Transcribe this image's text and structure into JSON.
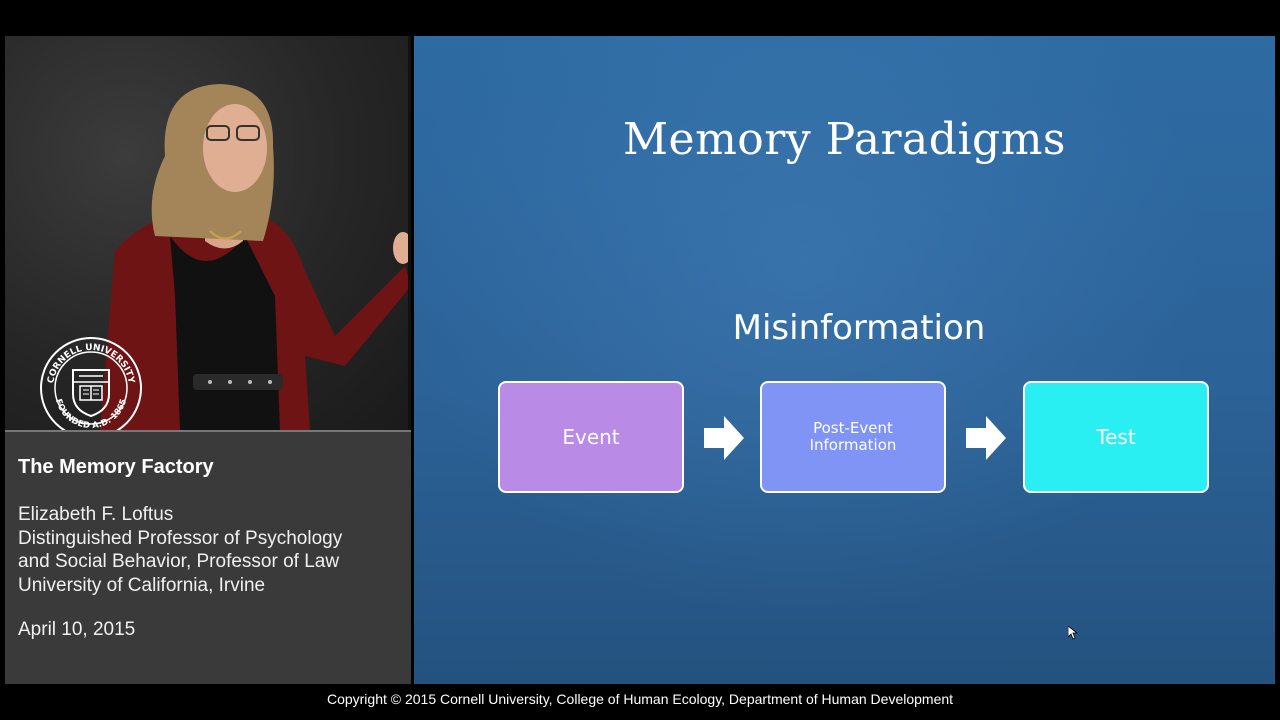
{
  "video": {
    "seal": {
      "text_top": "CORNELL UNIVERSITY",
      "text_bottom": "FOUNDED A.D. 1865"
    }
  },
  "info": {
    "title": "The Memory Factory",
    "speaker_lines": [
      "Elizabeth F. Loftus",
      "Distinguished Professor of Psychology",
      "and Social Behavior, Professor of Law",
      "University of California, Irvine"
    ],
    "date": "April 10, 2015"
  },
  "slide": {
    "title": "Memory Paradigms",
    "subtitle": "Misinformation",
    "steps": [
      {
        "label": "Event",
        "color": "#b98ae6"
      },
      {
        "label": "Post-Event Information",
        "line1": "Post-Event",
        "line2": "Information",
        "color": "#7f94f5"
      },
      {
        "label": "Test",
        "color": "#29eef2"
      }
    ],
    "background_color": "#2e6ba3"
  },
  "footer": {
    "copyright": "Copyright © 2015 Cornell University, College of Human Ecology, Department of Human Development"
  }
}
